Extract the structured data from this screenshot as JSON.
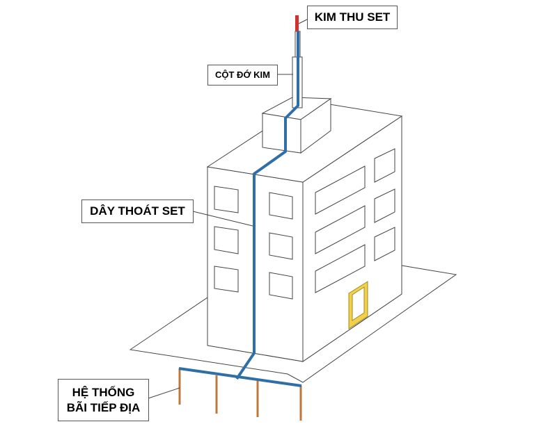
{
  "labels": {
    "air_terminal": "KIM THU SET",
    "mast": "CỘT ĐỚ KIM",
    "down_conductor": "DÂY THOÁT SET",
    "grounding_line1": "HỆ THỐNG",
    "grounding_line2": "BÃI TIẾP ĐỊA"
  },
  "colors": {
    "conductor": "#2f6fa8",
    "air_terminal": "#d0312d",
    "ground_rods": "#c0783a",
    "door": "#f2d04a",
    "outline": "#444444"
  }
}
